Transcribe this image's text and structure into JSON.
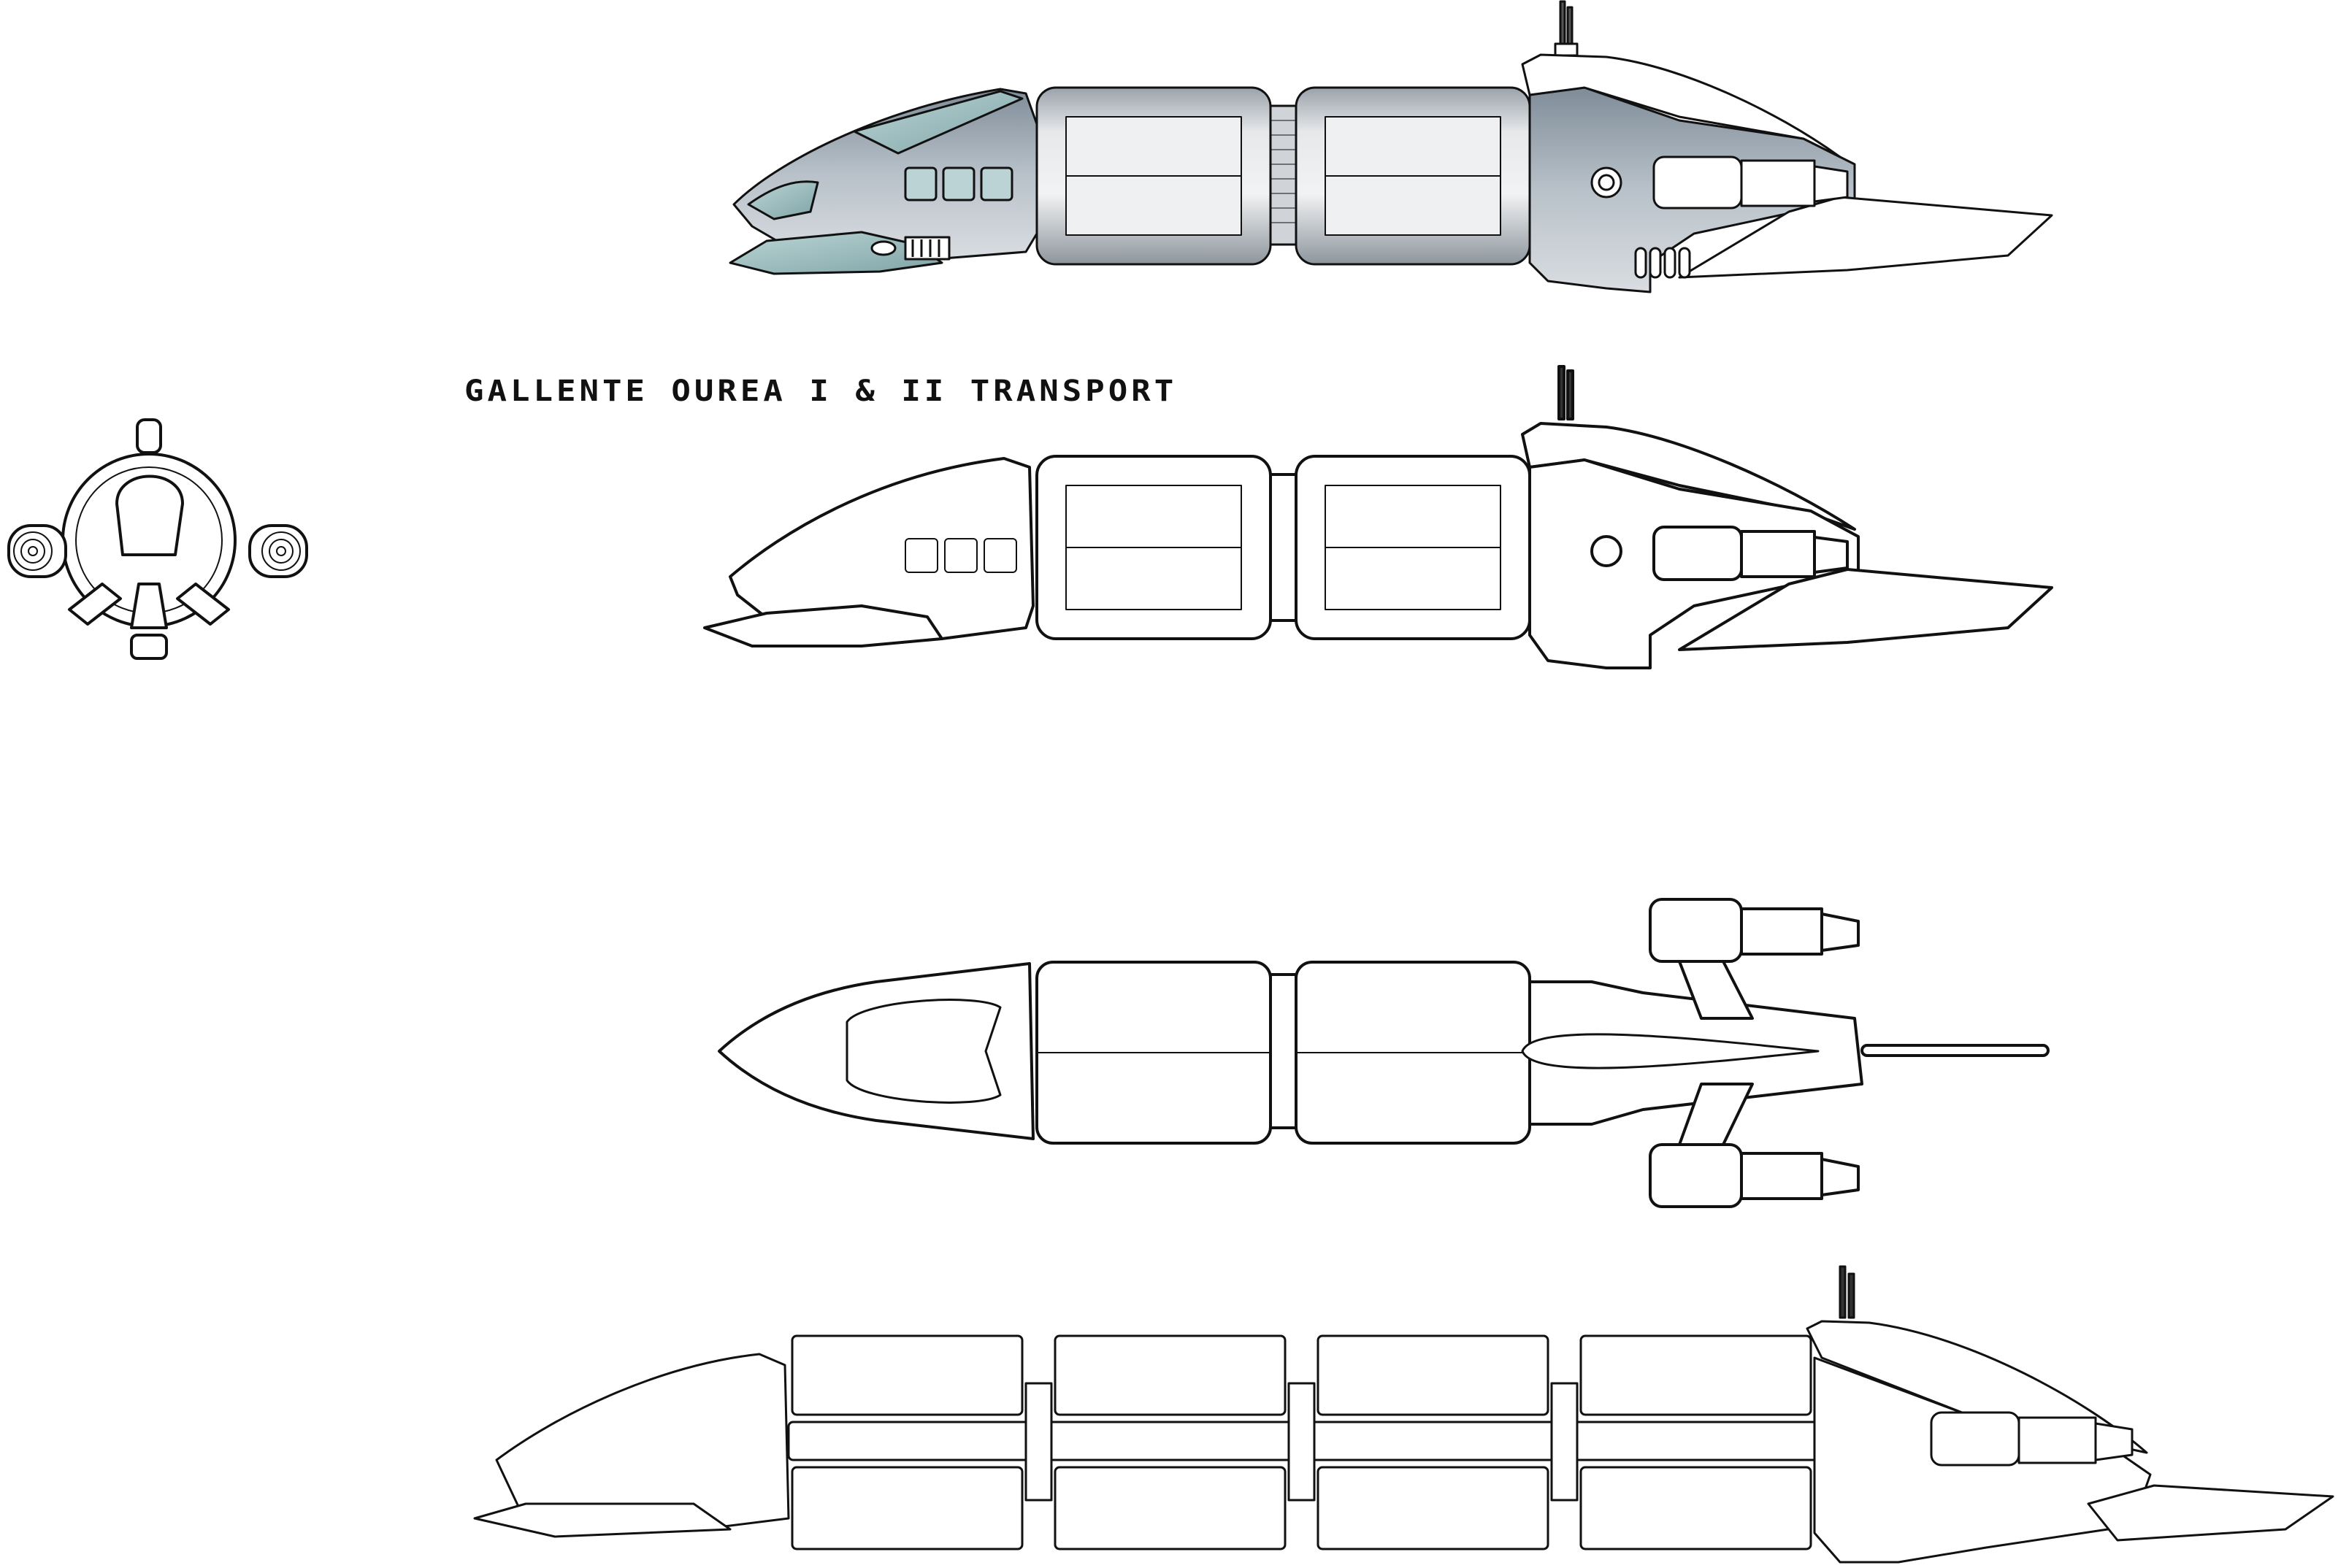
{
  "title": "GALLENTE OUREA I & II TRANSPORT",
  "colors": {
    "line": "#111111",
    "hull_shade": "#8e9aa6",
    "hull_light": "#c9d0d6",
    "canopy": "#a9c9c9",
    "pod_fill": "#d8dadc",
    "window_fill": "#bcd3d6",
    "dot_accent": "#2f8f88"
  },
  "views": [
    "side-colored",
    "side-lineart",
    "front",
    "top",
    "side-extended"
  ]
}
